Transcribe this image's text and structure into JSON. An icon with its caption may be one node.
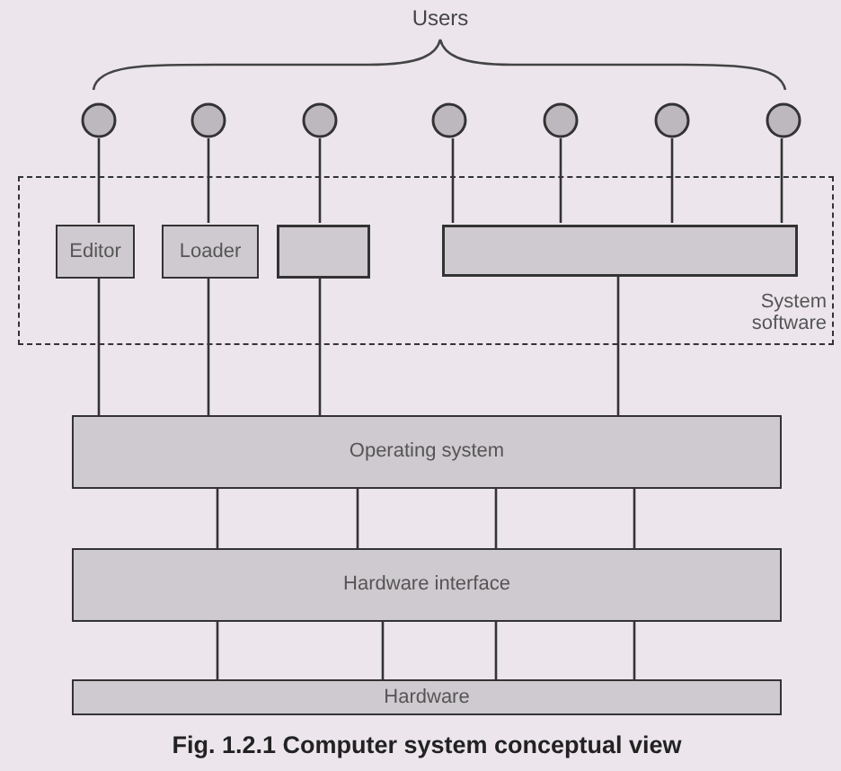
{
  "diagram": {
    "caption": "Fig. 1.2.1 Computer system conceptual view",
    "nodes": [
      {
        "text": [],
        "shape": "circle"
      },
      {
        "text": [],
        "shape": "circle"
      },
      {
        "text": [],
        "shape": "circle"
      },
      {
        "text": [],
        "shape": "circle"
      },
      {
        "text": [],
        "shape": "circle"
      },
      {
        "text": [],
        "shape": "circle"
      },
      {
        "text": [],
        "shape": "circle"
      },
      {
        "text": [
          "System software"
        ]
      },
      {
        "text": [
          "Editor"
        ],
        "in": 7
      },
      {
        "text": [
          "Loader"
        ],
        "in": 7
      },
      {
        "text": [],
        "shape": "box",
        "in": 7
      },
      {
        "text": [],
        "shape": "box",
        "in": 7
      },
      {
        "text": [
          "Operating system"
        ]
      },
      {
        "text": [
          "Hardware interface"
        ]
      },
      {
        "text": [
          "Hardware"
        ]
      }
    ],
    "edges": [
      {
        "from": 0,
        "to": 8,
        "arrow": "none"
      },
      {
        "from": 1,
        "to": 9,
        "arrow": "none"
      },
      {
        "from": 2,
        "to": 10,
        "arrow": "none"
      },
      {
        "from": 3,
        "to": 11,
        "arrow": "none"
      },
      {
        "from": 4,
        "to": 11,
        "arrow": "none"
      },
      {
        "from": 5,
        "to": 11,
        "arrow": "none"
      },
      {
        "from": 6,
        "to": 11,
        "arrow": "none"
      },
      {
        "from": 8,
        "to": 12,
        "arrow": "none"
      },
      {
        "from": 9,
        "to": 12,
        "arrow": "none"
      },
      {
        "from": 10,
        "to": 12,
        "arrow": "none"
      },
      {
        "from": 11,
        "to": 12,
        "arrow": "none"
      },
      {
        "from": 12,
        "to": 13,
        "arrow": "none"
      },
      {
        "from": 12,
        "to": 13,
        "arrow": "none"
      },
      {
        "from": 12,
        "to": 13,
        "arrow": "none"
      },
      {
        "from": 12,
        "to": 13,
        "arrow": "none"
      },
      {
        "from": 13,
        "to": 14,
        "arrow": "none"
      },
      {
        "from": 13,
        "to": 14,
        "arrow": "none"
      },
      {
        "from": 13,
        "to": 14,
        "arrow": "none"
      },
      {
        "from": 13,
        "to": 14,
        "arrow": "none"
      }
    ],
    "labels": [
      "Users"
    ]
  }
}
